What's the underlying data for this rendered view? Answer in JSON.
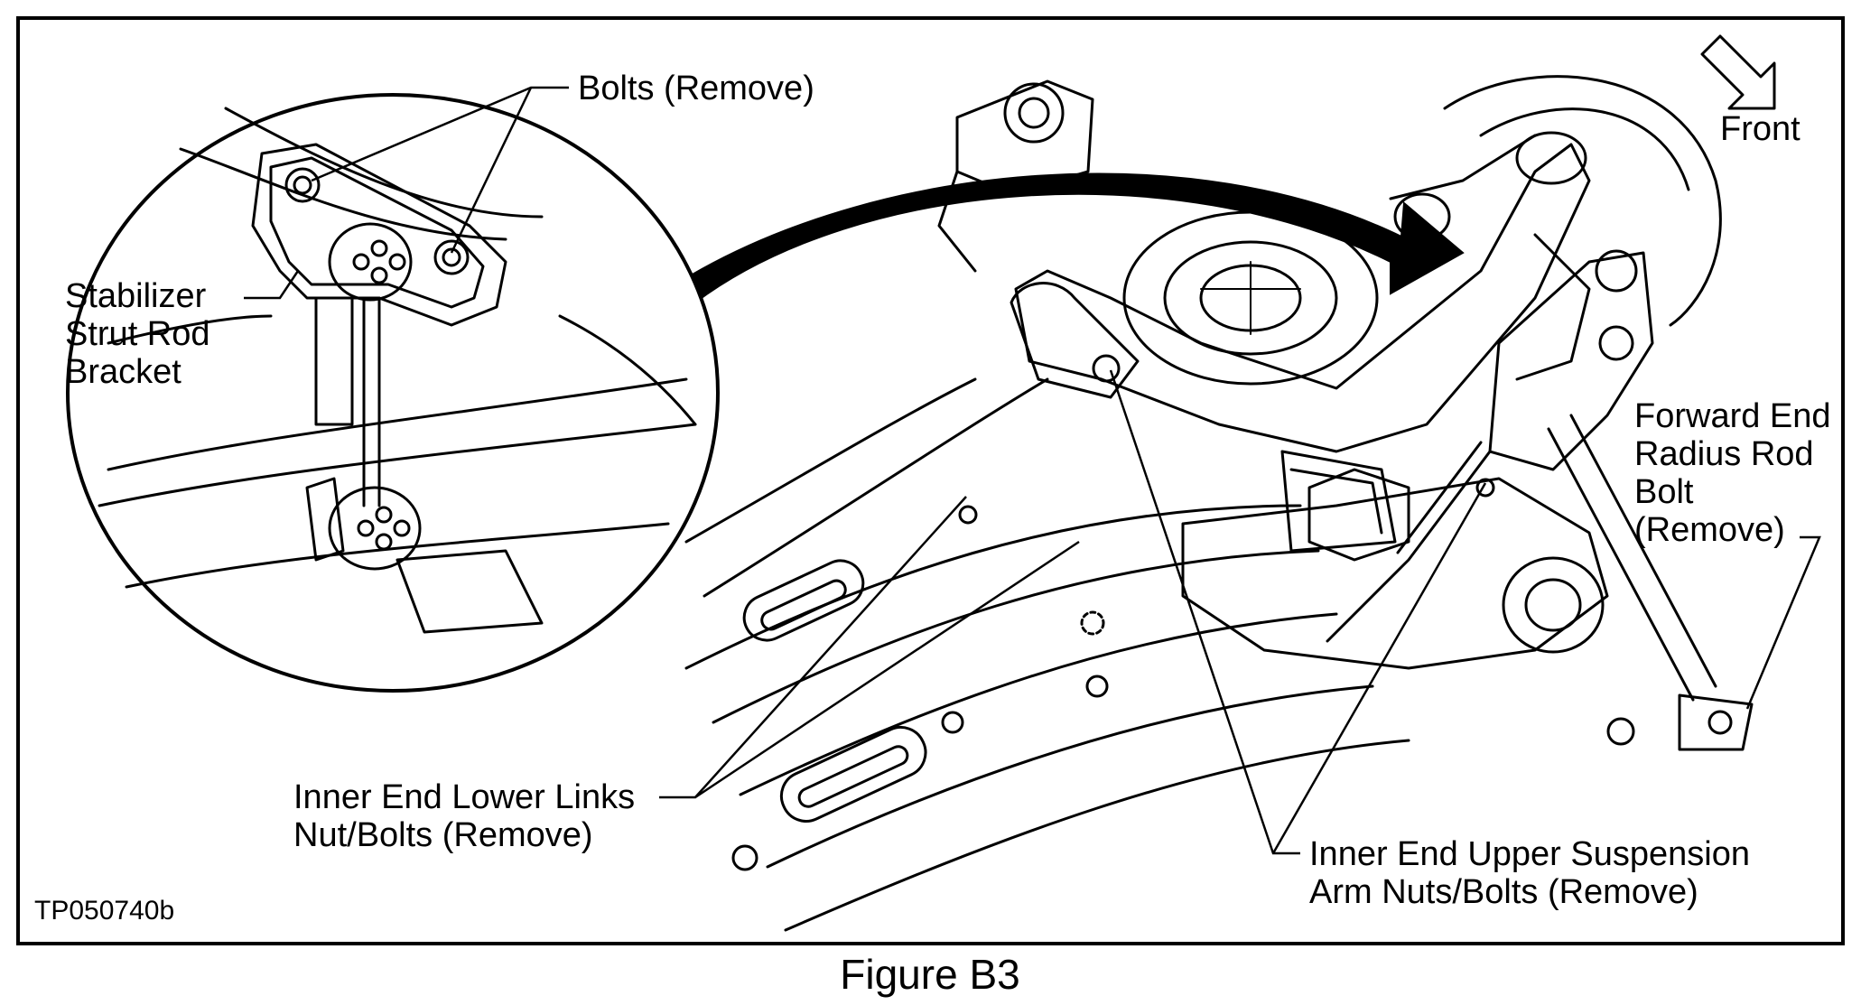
{
  "labels": {
    "bolts": "Bolts (Remove)",
    "front": "Front",
    "stabilizer": [
      "Stabilizer",
      "Strut Rod",
      "Bracket"
    ],
    "forward": [
      "Forward End",
      "Radius Rod",
      "Bolt",
      "(Remove)"
    ],
    "lower_links": [
      "Inner End Lower Links",
      "Nut/Bolts (Remove)"
    ],
    "upper_arm": [
      "Inner End Upper Suspension",
      "Arm Nuts/Bolts (Remove)"
    ],
    "part_code": "TP050740b"
  },
  "caption": "Figure B3"
}
